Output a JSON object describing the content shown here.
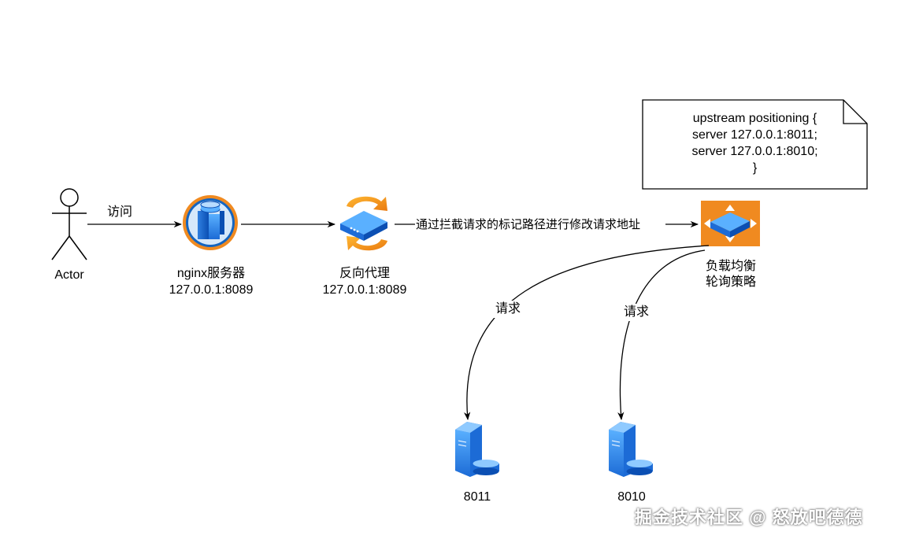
{
  "actor": {
    "label": "Actor"
  },
  "edges": {
    "visit": "访问",
    "rewrite": "通过拦截请求的标记路径进行修改请求地址",
    "request_1": "请求",
    "request_2": "请求"
  },
  "nginx": {
    "name": "nginx服务器",
    "addr": "127.0.0.1:8089"
  },
  "proxy": {
    "name": "反向代理",
    "addr": "127.0.0.1:8089"
  },
  "balancer": {
    "line1": "负载均衡",
    "line2": "轮询策略"
  },
  "note": {
    "lines": [
      "upstream positioning {",
      "server 127.0.0.1:8011;",
      "server 127.0.0.1:8010;",
      "}"
    ]
  },
  "servers": [
    {
      "label": "8011"
    },
    {
      "label": "8010"
    }
  ],
  "watermark": "掘金技术社区 @ 怒放吧德德"
}
